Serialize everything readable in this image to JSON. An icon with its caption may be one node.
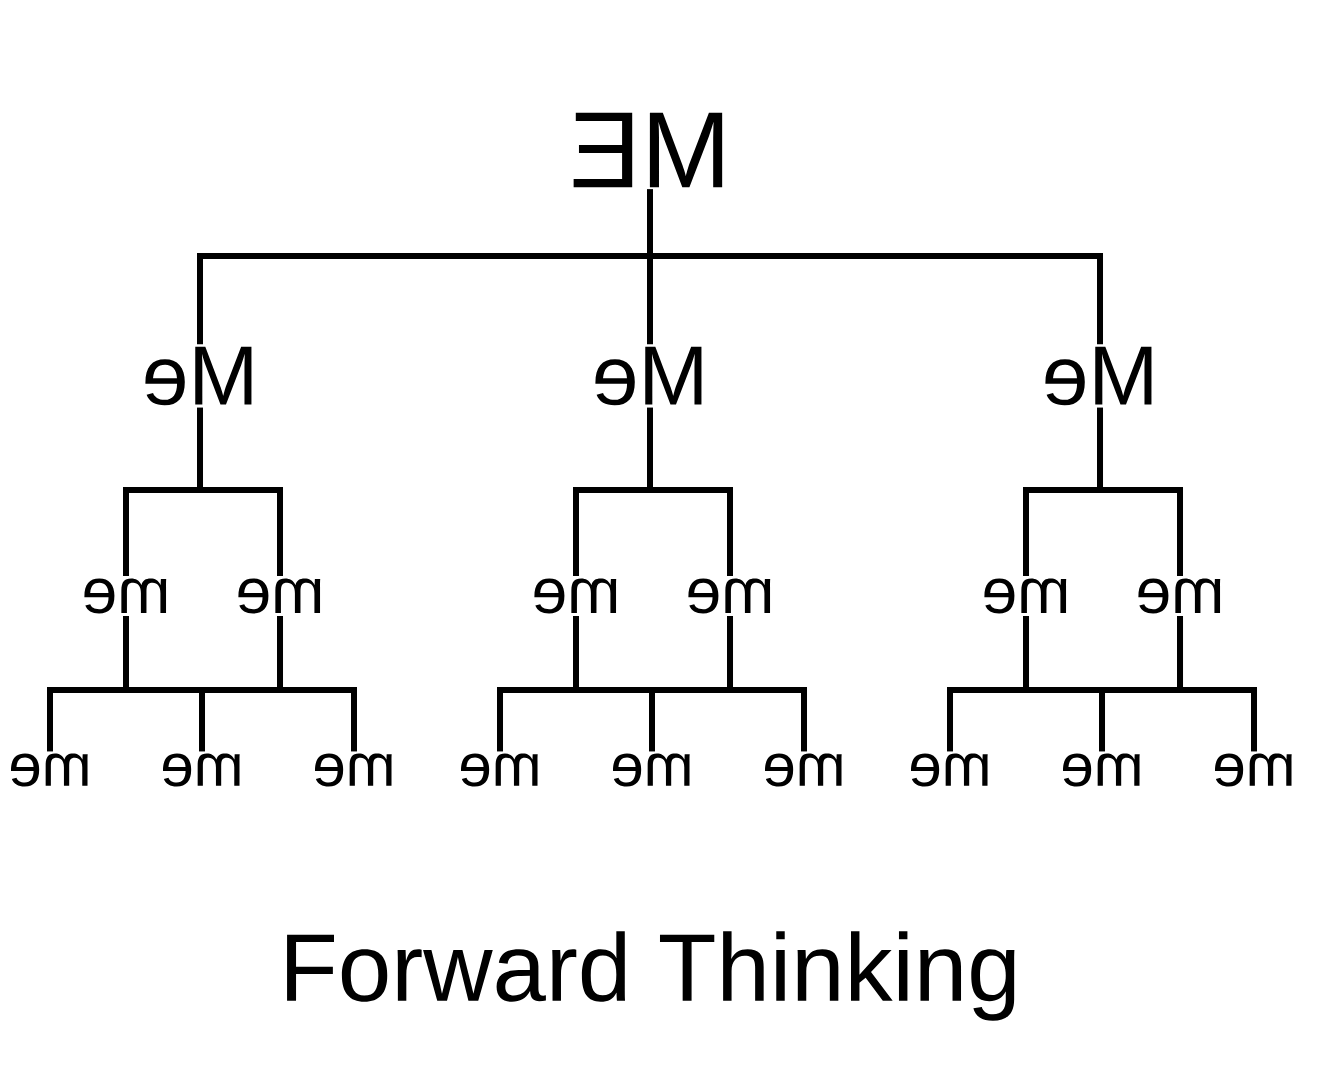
{
  "diagram": {
    "title": "Forward Thinking",
    "nodes": [
      {
        "text": [
          "ME"
        ]
      },
      {
        "text": [
          "Me"
        ]
      },
      {
        "text": [
          "Me"
        ]
      },
      {
        "text": [
          "Me"
        ]
      },
      {
        "text": [
          "me"
        ]
      },
      {
        "text": [
          "me"
        ]
      },
      {
        "text": [
          "me"
        ]
      },
      {
        "text": [
          "me"
        ]
      },
      {
        "text": [
          "me"
        ]
      },
      {
        "text": [
          "me"
        ]
      },
      {
        "text": [
          "me"
        ]
      },
      {
        "text": [
          "me"
        ]
      },
      {
        "text": [
          "me"
        ]
      },
      {
        "text": [
          "me"
        ]
      },
      {
        "text": [
          "me"
        ]
      },
      {
        "text": [
          "me"
        ]
      },
      {
        "text": [
          "me"
        ]
      },
      {
        "text": [
          "me"
        ]
      },
      {
        "text": [
          "me"
        ]
      }
    ],
    "edges": [
      {
        "from": 0,
        "to": 1,
        "arrow": "none"
      },
      {
        "from": 0,
        "to": 2,
        "arrow": "none"
      },
      {
        "from": 0,
        "to": 3,
        "arrow": "none"
      },
      {
        "from": 1,
        "to": 4,
        "arrow": "none"
      },
      {
        "from": 1,
        "to": 5,
        "arrow": "none"
      },
      {
        "from": 2,
        "to": 6,
        "arrow": "none"
      },
      {
        "from": 2,
        "to": 7,
        "arrow": "none"
      },
      {
        "from": 3,
        "to": 8,
        "arrow": "none"
      },
      {
        "from": 3,
        "to": 9,
        "arrow": "none"
      },
      {
        "from": 4,
        "to": 10,
        "arrow": "none"
      },
      {
        "from": 4,
        "to": 11,
        "arrow": "none"
      },
      {
        "from": 4,
        "to": 12,
        "arrow": "none"
      },
      {
        "from": 5,
        "to": 10,
        "arrow": "none"
      },
      {
        "from": 5,
        "to": 11,
        "arrow": "none"
      },
      {
        "from": 5,
        "to": 12,
        "arrow": "none"
      },
      {
        "from": 6,
        "to": 13,
        "arrow": "none"
      },
      {
        "from": 6,
        "to": 14,
        "arrow": "none"
      },
      {
        "from": 6,
        "to": 15,
        "arrow": "none"
      },
      {
        "from": 7,
        "to": 13,
        "arrow": "none"
      },
      {
        "from": 7,
        "to": 14,
        "arrow": "none"
      },
      {
        "from": 7,
        "to": 15,
        "arrow": "none"
      },
      {
        "from": 8,
        "to": 16,
        "arrow": "none"
      },
      {
        "from": 8,
        "to": 17,
        "arrow": "none"
      },
      {
        "from": 8,
        "to": 18,
        "arrow": "none"
      },
      {
        "from": 9,
        "to": 16,
        "arrow": "none"
      },
      {
        "from": 9,
        "to": 17,
        "arrow": "none"
      },
      {
        "from": 9,
        "to": 18,
        "arrow": "none"
      }
    ]
  }
}
